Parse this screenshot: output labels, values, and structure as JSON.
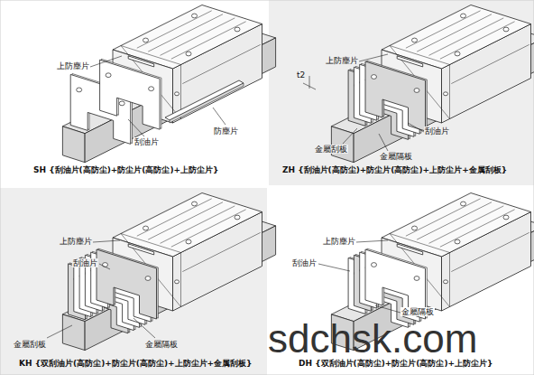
{
  "diagram": {
    "labels": [
      "上防塵片",
      "刮油片",
      "防塵片",
      "SH {刮油片(高防尘)+防尘片(高防尘)+上防尘片}",
      "上防塵片",
      "t2",
      "刮油片",
      "金屬刮板",
      "金屬隔板",
      "ZH {刮油片(高防尘)+防尘片(高防尘)+上防尘片+金属刮板}",
      "上防塵片",
      "刮油片",
      "金屬刮板",
      "金屬隔板",
      "KH {双刮油片(高防尘)+防尘片(高防尘)+上防尘片+金属刮板}",
      "上防塵片",
      "刮油片",
      "金屬隔板",
      "DH {双刮油片(高防尘)+防尘片(高防尘)+上防尘片}",
      "sdchsk.com"
    ]
  }
}
